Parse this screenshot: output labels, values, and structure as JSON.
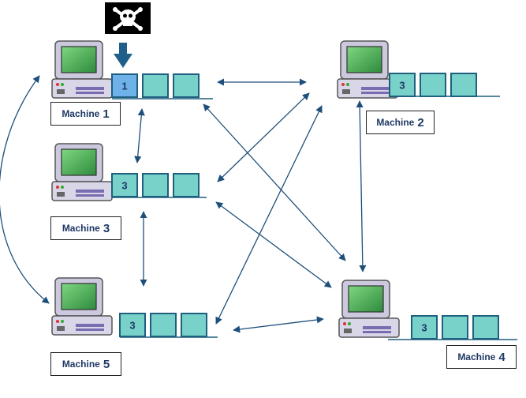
{
  "attack_marker": {
    "icon": "skull-crossbones-icon"
  },
  "machines": [
    {
      "id": "m1",
      "label": "Machine",
      "number": "1",
      "infected": true,
      "first_block": "1"
    },
    {
      "id": "m2",
      "label": "Machine",
      "number": "2",
      "infected": false,
      "first_block": "3"
    },
    {
      "id": "m3",
      "label": "Machine",
      "number": "3",
      "infected": false,
      "first_block": "3"
    },
    {
      "id": "m4",
      "label": "Machine",
      "number": "4",
      "infected": false,
      "first_block": "3"
    },
    {
      "id": "m5",
      "label": "Machine",
      "number": "5",
      "infected": false,
      "first_block": "3"
    }
  ],
  "colors": {
    "block_teal": "#79d2c9",
    "block_border": "#1f5f7f",
    "block_infected": "#6fb2ea",
    "arrow": "#1e4f7a",
    "monitor_screen": "#4caf50",
    "computer_body": "#d7d4e6",
    "label_text": "#1f3864"
  }
}
